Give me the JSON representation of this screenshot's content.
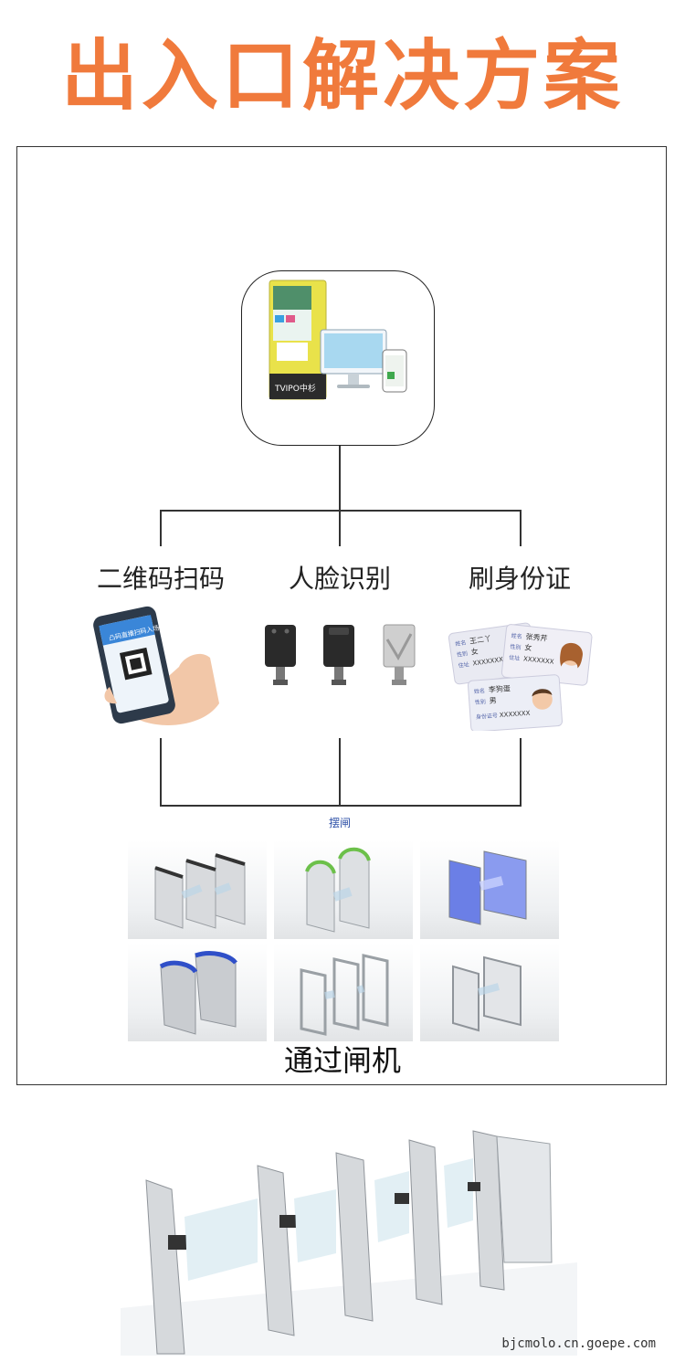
{
  "title": "出入口解决方案",
  "methods": {
    "qr": "二维码扫码",
    "face": "人脸识别",
    "idcard": "刷身份证"
  },
  "gate_type_label": "摆闸",
  "gates_caption": "通过闸机",
  "kiosk_brand": "TVIPO中杉",
  "id_cards": [
    {
      "name_label": "姓名",
      "name": "王二丫",
      "sex_label": "性别",
      "sex": "女",
      "addr_label": "住址",
      "id": "XXXXXXX"
    },
    {
      "name_label": "姓名",
      "name": "张秀芹",
      "sex_label": "性别",
      "sex": "女",
      "addr_label": "住址",
      "id": "XXXXXXX"
    },
    {
      "name_label": "姓名",
      "name": "李狗蛋",
      "sex_label": "性别",
      "sex": "男",
      "addr_label": "身份证号",
      "id": "XXXXXXX"
    }
  ],
  "phone_screen": {
    "header": "凸码直播扫码入场"
  },
  "watermark": "bjcmolo.cn.goepe.com",
  "colors": {
    "title": "#f07a3c",
    "kiosk": "#e9e24a",
    "gate_blue": "#6b7fe6"
  }
}
